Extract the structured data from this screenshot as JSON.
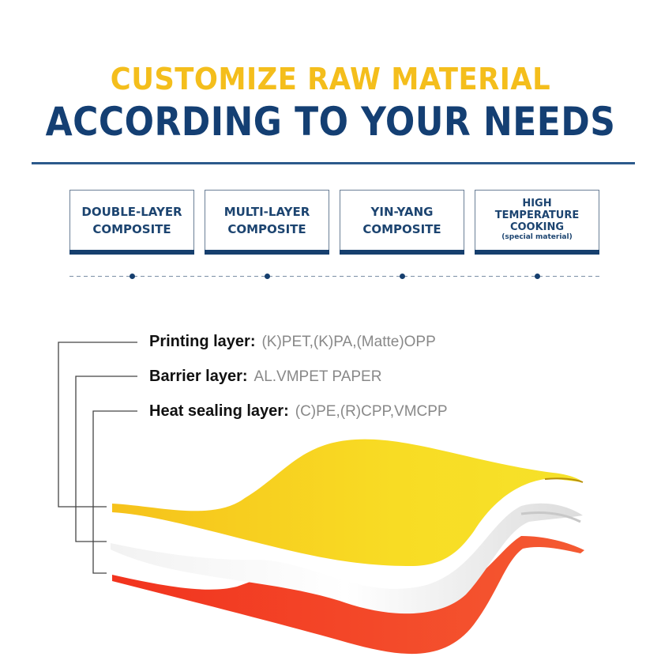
{
  "header": {
    "title_line1": "CUSTOMIZE RAW MATERIAL",
    "title_line2": "ACCORDING TO YOUR NEEDS",
    "colors": {
      "accent_yellow": "#F4BE1C",
      "brand_navy": "#143F73"
    }
  },
  "cards": [
    {
      "line1": "DOUBLE-LAYER",
      "line2": "COMPOSITE"
    },
    {
      "line1": "MULTI-LAYER",
      "line2": "COMPOSITE"
    },
    {
      "line1": "YIN-YANG",
      "line2": "COMPOSITE"
    },
    {
      "line1": "HIGH",
      "line2": "TEMPERATURE",
      "line3": "COOKING",
      "note": "(special material)"
    }
  ],
  "layers": [
    {
      "name": "Printing layer:",
      "materials": "(K)PET,(K)PA,(Matte)OPP",
      "color": "#F7D21E"
    },
    {
      "name": "Barrier layer:",
      "materials": "AL.VMPET PAPER",
      "color": "#EDEDED"
    },
    {
      "name": "Heat sealing layer:",
      "materials": "(C)PE,(R)CPP,VMCPP",
      "color": "#F2442A"
    }
  ]
}
